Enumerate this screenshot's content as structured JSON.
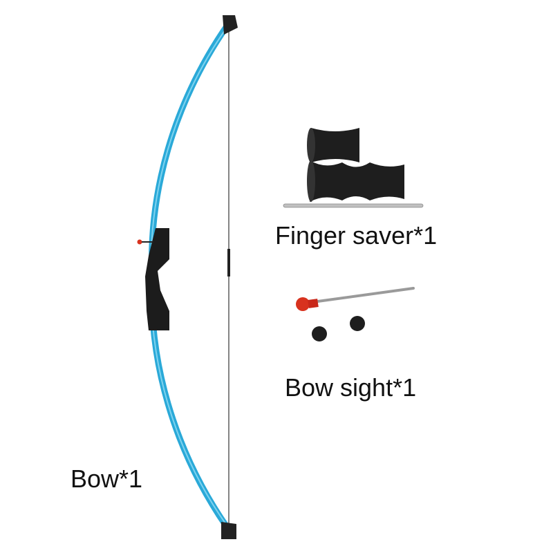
{
  "labels": {
    "finger_saver": "Finger saver*1",
    "bow_sight": "Bow sight*1",
    "bow": "Bow*1"
  },
  "colors": {
    "bow_limb": "#2aa9d8",
    "grip": "#1c1c1c",
    "sight_ball": "#d8321e"
  }
}
